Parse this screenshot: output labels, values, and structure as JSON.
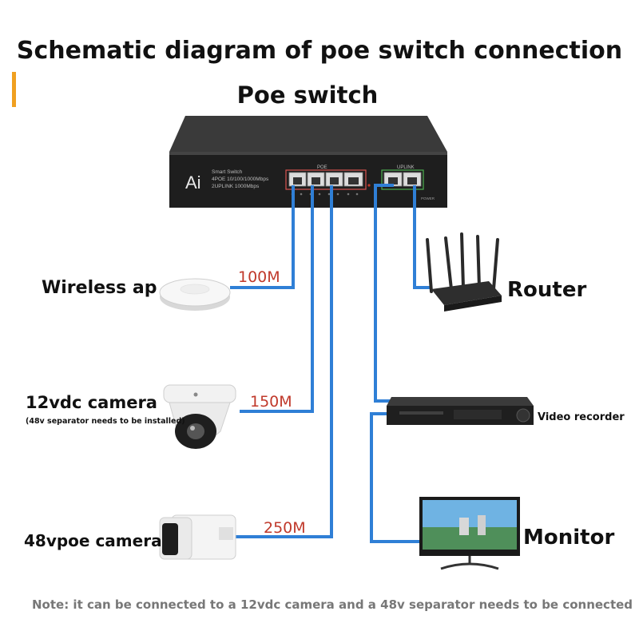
{
  "title": "Schematic diagram of poe switch connection",
  "switch_heading": "Poe switch",
  "switch_panel": {
    "brand": "Ai",
    "line1": "Smart Switch",
    "line2": "4POE 10/100/1000Mbps",
    "line3": "2UPLINK 1000Mbps",
    "poe_label": "POE",
    "uplink_label": "UPLINK",
    "power_label": "POWER"
  },
  "devices": {
    "wireless_ap": {
      "label": "Wireless ap",
      "speed": "100M"
    },
    "camera_12v": {
      "label": "12vdc camera",
      "note": "(48v separator needs to be installed)",
      "speed": "150M"
    },
    "camera_48v": {
      "label": "48vpoe camera",
      "speed": "250M"
    },
    "router": {
      "label": "Router"
    },
    "video_recorder": {
      "label": "Video recorder"
    },
    "monitor": {
      "label": "Monitor"
    }
  },
  "footnote": "Note: it can be connected to a 12vdc camera and a 48v separator needs to be connected",
  "colors": {
    "cable": "#2f7fd6",
    "speed": "#c0392b",
    "accent": "#f0a020",
    "poe_port_frame": "#d9534f",
    "uplink_port_frame": "#4caf50"
  }
}
